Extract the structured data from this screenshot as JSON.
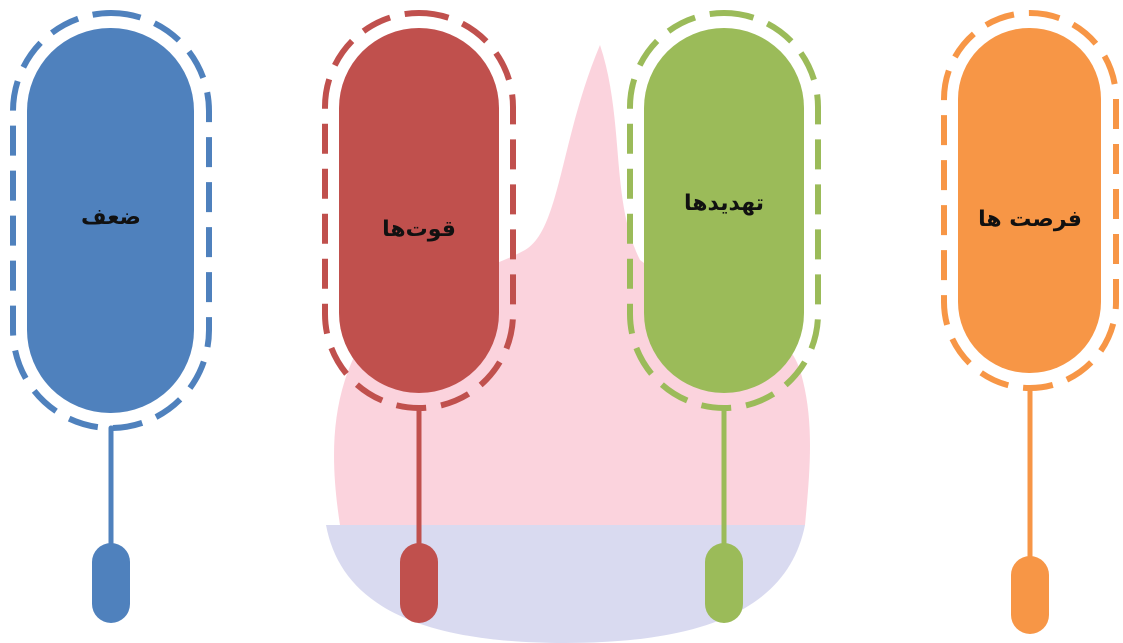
{
  "diagram": {
    "background": {
      "watermark_flame_color": "#fbd3dd",
      "watermark_bowl_color": "#d9daf0"
    },
    "pills": [
      {
        "id": "weakness",
        "label": "ضعف",
        "color": "#4f81bd"
      },
      {
        "id": "strengths",
        "label": "قوت‌ها",
        "color": "#c0504d"
      },
      {
        "id": "threats",
        "label": "تهدیدها",
        "color": "#9bbb59"
      },
      {
        "id": "opportunities",
        "label": "فرصت ها",
        "color": "#f79646"
      }
    ]
  }
}
